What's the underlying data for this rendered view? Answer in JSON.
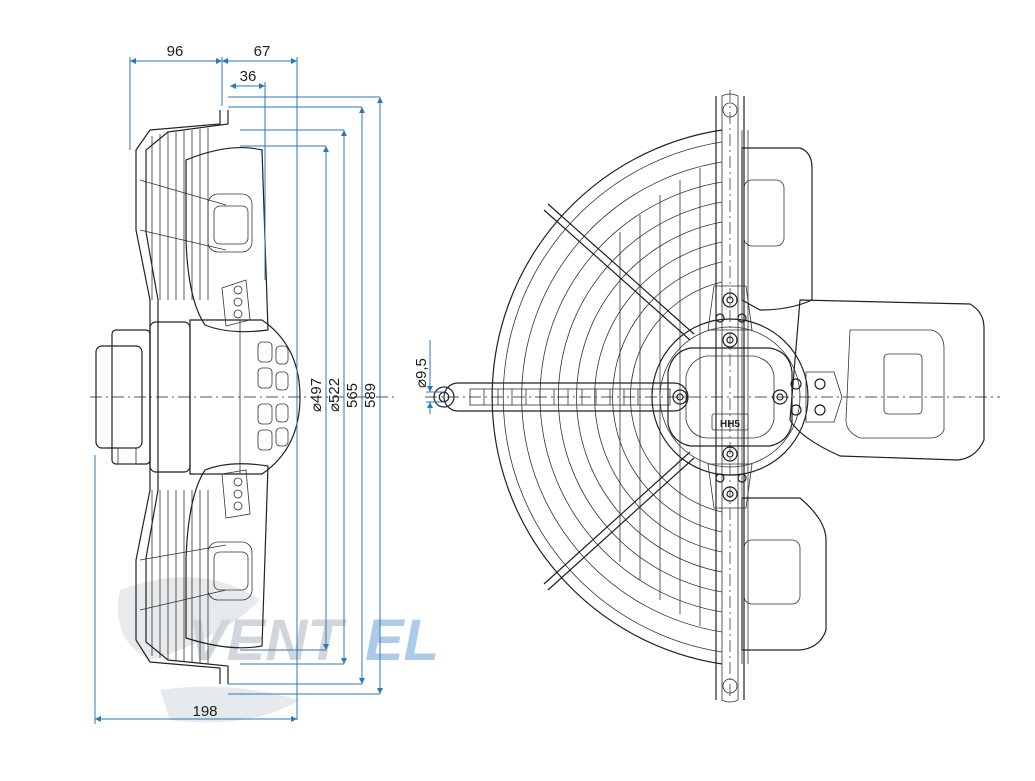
{
  "drawing": {
    "watermark": {
      "left": "VENT",
      "right": "EL",
      "color_gray": "#c9d0d6",
      "color_blue": "#9fc3e6"
    },
    "dimensions": {
      "width_96": "96",
      "width_67": "67",
      "width_36": "36",
      "width_198": "198",
      "dia_497": "⌀497",
      "dia_522": "⌀522",
      "h_565": "565",
      "h_589": "589",
      "hole_9_5": "⌀9,5"
    },
    "hub_logo": "HH5",
    "colors": {
      "line": "#222222",
      "dimension": "#2f78b7"
    }
  }
}
